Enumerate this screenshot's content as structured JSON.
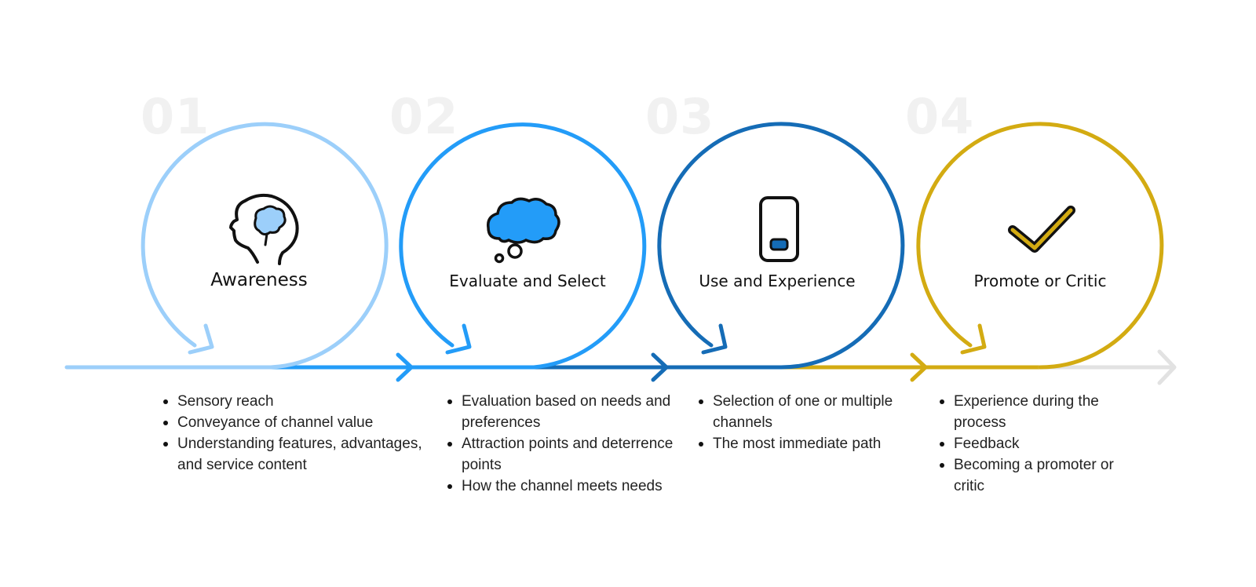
{
  "colors": {
    "stage1": "#9ccffa",
    "stage2": "#239cf8",
    "stage3": "#156cb6",
    "stage4": "#d3ab12",
    "end_arrow": "#e2e2e2"
  },
  "stages": [
    {
      "number": "01",
      "title": "Awareness",
      "icon": "head-brain-icon",
      "bullets": [
        "Sensory reach",
        "Conveyance of channel value",
        "Understanding features, advantages, and service content"
      ]
    },
    {
      "number": "02",
      "title": "Evaluate and Select",
      "icon": "thought-cloud-icon",
      "bullets": [
        "Evaluation based on needs and preferences",
        "Attraction points and deterrence points",
        "How the channel meets needs"
      ]
    },
    {
      "number": "03",
      "title": "Use and Experience",
      "icon": "phone-icon",
      "bullets": [
        "Selection of one or multiple channels",
        "The most immediate path"
      ]
    },
    {
      "number": "04",
      "title": "Promote or Critic",
      "icon": "checkmark-icon",
      "bullets": [
        "Experience during the process",
        "Feedback",
        "Becoming a promoter or critic"
      ]
    }
  ]
}
